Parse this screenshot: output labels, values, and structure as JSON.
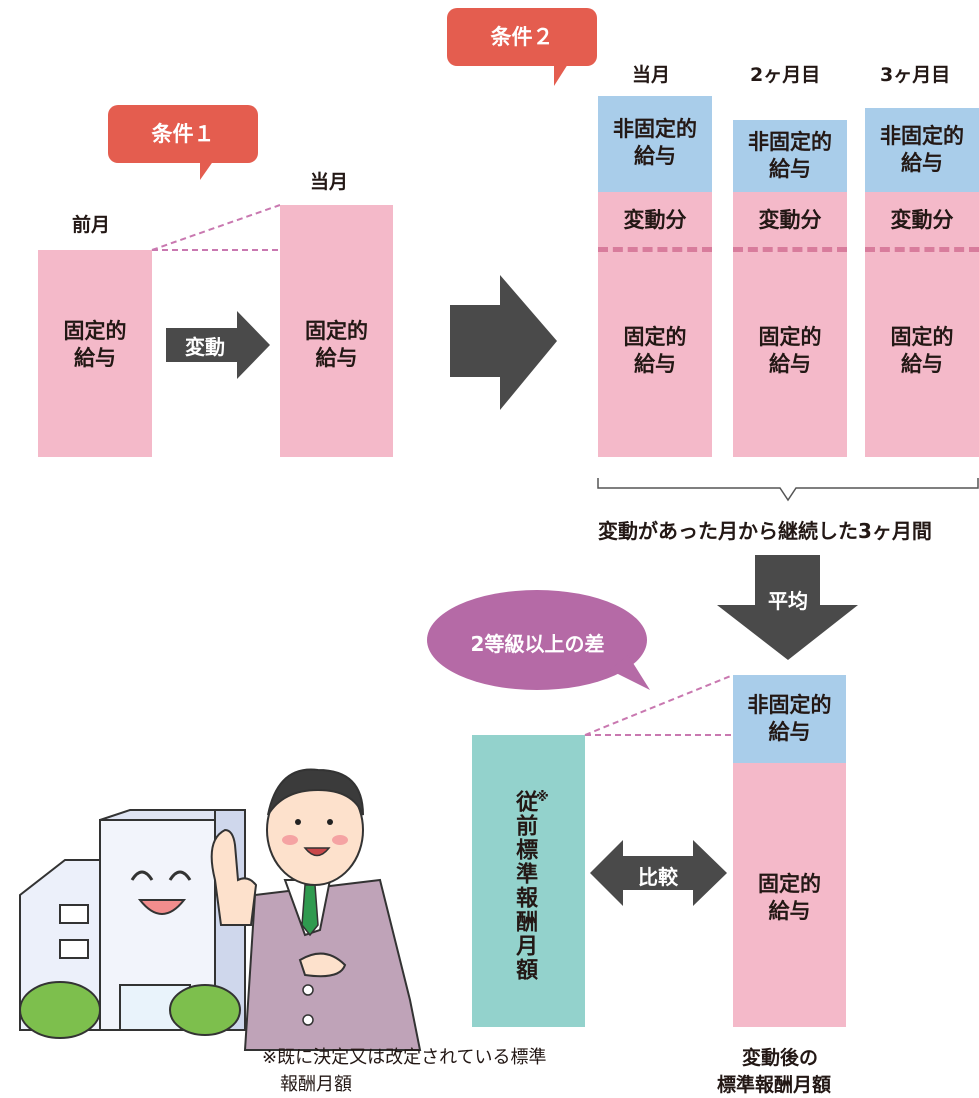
{
  "condition1": {
    "badge": "条件１"
  },
  "condition2": {
    "badge": "条件２"
  },
  "left": {
    "prev_label": "前月",
    "curr_label": "当月",
    "prev_bar_text": "固定的\n給与",
    "curr_bar_text": "固定的\n給与",
    "arrow_label": "変動"
  },
  "right_months": [
    {
      "label": "当月",
      "top_text": "非固定的\n給与",
      "mid_text": "変動分",
      "bottom_text": "固定的\n給与"
    },
    {
      "label": "2ヶ月目",
      "top_text": "非固定的\n給与",
      "mid_text": "変動分",
      "bottom_text": "固定的\n給与"
    },
    {
      "label": "3ヶ月目",
      "top_text": "非固定的\n給与",
      "mid_text": "変動分",
      "bottom_text": "固定的\n給与"
    }
  ],
  "bracket_caption": "変動があった月から継続した3ヶ月間",
  "average_label": "平均",
  "speech_bubble": "2等級以上の差",
  "former": {
    "text": "従前標準報酬月額",
    "mark": "※"
  },
  "compare_label": "比較",
  "after": {
    "top_text": "非固定的\n給与",
    "bottom_text": "固定的\n給与",
    "caption_line1": "変動後の",
    "caption_line2": "標準報酬月額"
  },
  "footnote": {
    "line1": "※既に決定又は改定されている標準",
    "line2": "報酬月額"
  },
  "colors": {
    "pink": "#f4b9c9",
    "blue": "#a9cdea",
    "teal": "#93d2cc",
    "badge_red": "#e45d4f",
    "bubble_purple": "#b56aa6",
    "arrow_gray": "#4a4a4a",
    "dash_pink": "#d87c9c"
  }
}
